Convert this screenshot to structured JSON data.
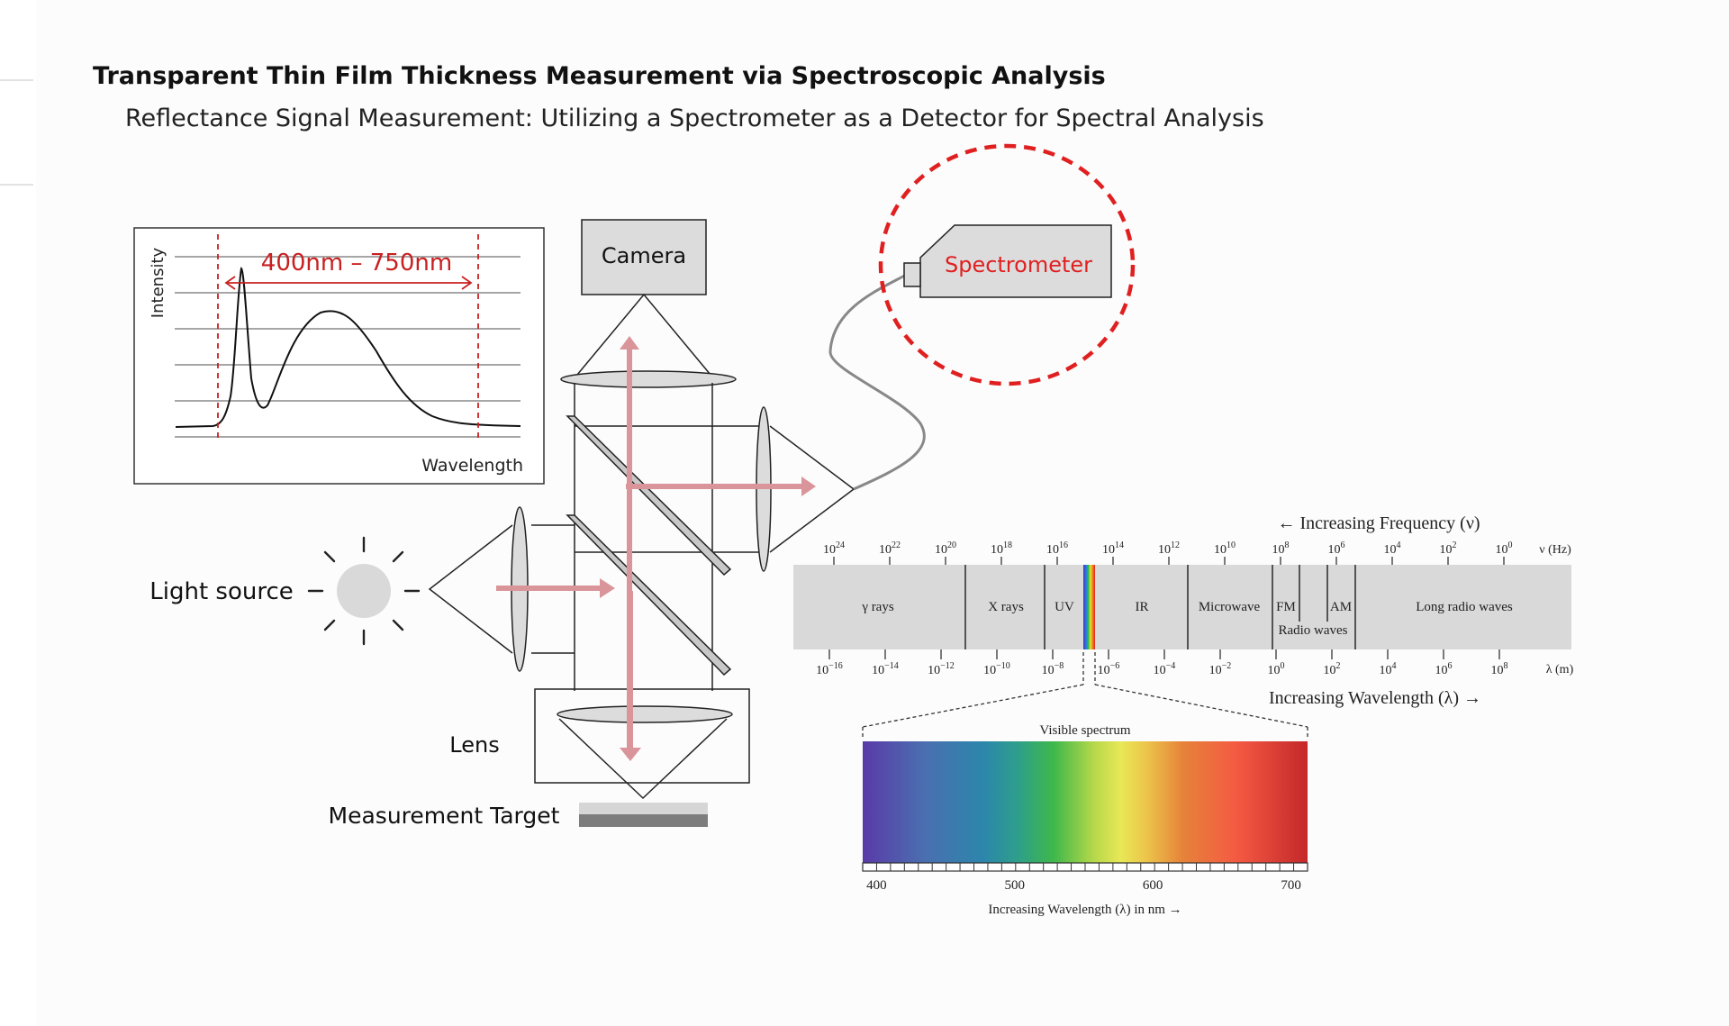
{
  "slide": {
    "title": "Transparent Thin Film Thickness Measurement via Spectroscopic Analysis",
    "subtitle": "Reflectance Signal Measurement: Utilizing a Spectrometer as a Detector for Spectral Analysis"
  },
  "setup": {
    "camera": "Camera",
    "spectrometer": "Spectrometer",
    "light_source": "Light source",
    "lens": "Lens",
    "target": "Measurement Target",
    "highlight_color": "#e02020",
    "beam_color": "#d98f92"
  },
  "spectrum_plot": {
    "range_label": "400nm – 750nm",
    "ylabel": "Intensity",
    "xlabel": "Wavelength"
  },
  "em_spectrum": {
    "freq_header": "← Increasing Frequency (ν)",
    "freq_unit": "ν (Hz)",
    "wl_unit": "λ (m)",
    "wl_footer": "Increasing Wavelength (λ) →",
    "freq_ticks": [
      {
        "b": "10",
        "e": "24"
      },
      {
        "b": "10",
        "e": "22"
      },
      {
        "b": "10",
        "e": "20"
      },
      {
        "b": "10",
        "e": "18"
      },
      {
        "b": "10",
        "e": "16"
      },
      {
        "b": "10",
        "e": "14"
      },
      {
        "b": "10",
        "e": "12"
      },
      {
        "b": "10",
        "e": "10"
      },
      {
        "b": "10",
        "e": "8"
      },
      {
        "b": "10",
        "e": "6"
      },
      {
        "b": "10",
        "e": "4"
      },
      {
        "b": "10",
        "e": "2"
      },
      {
        "b": "10",
        "e": "0"
      }
    ],
    "wl_ticks": [
      {
        "b": "10",
        "e": "−16"
      },
      {
        "b": "10",
        "e": "−14"
      },
      {
        "b": "10",
        "e": "−12"
      },
      {
        "b": "10",
        "e": "−10"
      },
      {
        "b": "10",
        "e": "−8"
      },
      {
        "b": "10",
        "e": "−6"
      },
      {
        "b": "10",
        "e": "−4"
      },
      {
        "b": "10",
        "e": "−2"
      },
      {
        "b": "10",
        "e": "0"
      },
      {
        "b": "10",
        "e": "2"
      },
      {
        "b": "10",
        "e": "4"
      },
      {
        "b": "10",
        "e": "6"
      },
      {
        "b": "10",
        "e": "8"
      }
    ],
    "bands": [
      "γ rays",
      "X rays",
      "UV",
      "IR",
      "Microwave",
      "FM",
      "AM",
      "Long radio waves"
    ],
    "radio_label": "Radio waves",
    "visible": {
      "label": "Visible spectrum",
      "ticks": [
        "400",
        "500",
        "600",
        "700"
      ],
      "footer": "Increasing Wavelength (λ) in nm →"
    }
  }
}
